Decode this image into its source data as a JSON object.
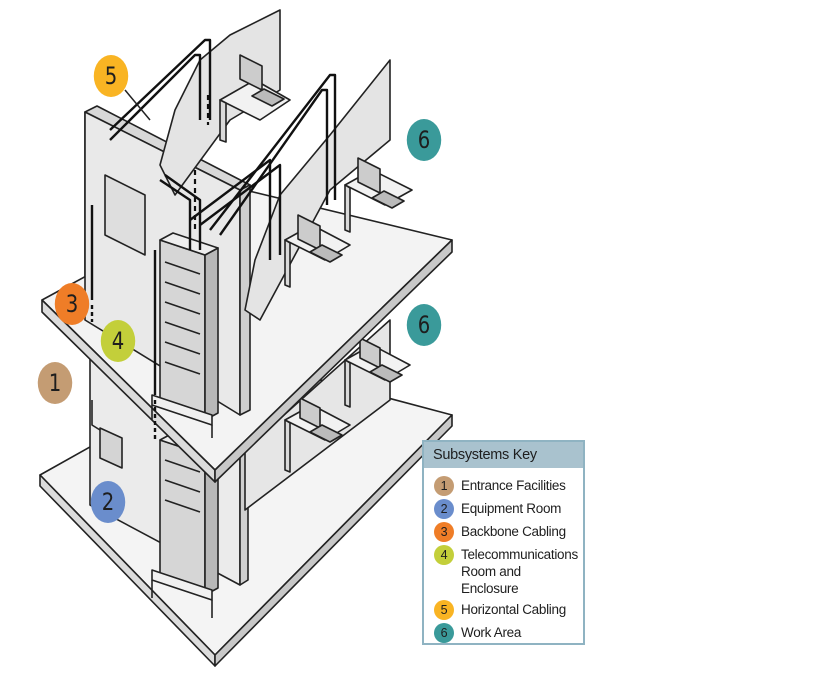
{
  "colors": {
    "entrance": "#c49c73",
    "equipment": "#6a8dcc",
    "backbone": "#ef7d27",
    "telecom_room": "#c3cf3a",
    "horizontal": "#f9b423",
    "work_area": "#3a9a9a",
    "legend_border": "#8fb3c2",
    "legend_header": "#a9c2ce"
  },
  "callouts": [
    {
      "number": "1",
      "name": "callout-entrance-facilities",
      "color_key": "entrance"
    },
    {
      "number": "2",
      "name": "callout-equipment-room",
      "color_key": "equipment"
    },
    {
      "number": "3",
      "name": "callout-backbone-cabling",
      "color_key": "backbone"
    },
    {
      "number": "4",
      "name": "callout-telecom-room",
      "color_key": "telecom_room"
    },
    {
      "number": "5",
      "name": "callout-horizontal-cabling",
      "color_key": "horizontal"
    },
    {
      "number": "6",
      "name": "callout-work-area-upper",
      "color_key": "work_area"
    },
    {
      "number": "6",
      "name": "callout-work-area-lower",
      "color_key": "work_area"
    }
  ],
  "legend": {
    "title": "Subsystems Key",
    "items": [
      {
        "number": "1",
        "label": "Entrance Facilities",
        "color_key": "entrance"
      },
      {
        "number": "2",
        "label": "Equipment Room",
        "color_key": "equipment"
      },
      {
        "number": "3",
        "label": "Backbone Cabling",
        "color_key": "backbone"
      },
      {
        "number": "4",
        "label": "Telecommunications Room and Enclosure",
        "color_key": "telecom_room"
      },
      {
        "number": "5",
        "label": "Horizontal Cabling",
        "color_key": "horizontal"
      },
      {
        "number": "6",
        "label": "Work Area",
        "color_key": "work_area"
      }
    ]
  }
}
